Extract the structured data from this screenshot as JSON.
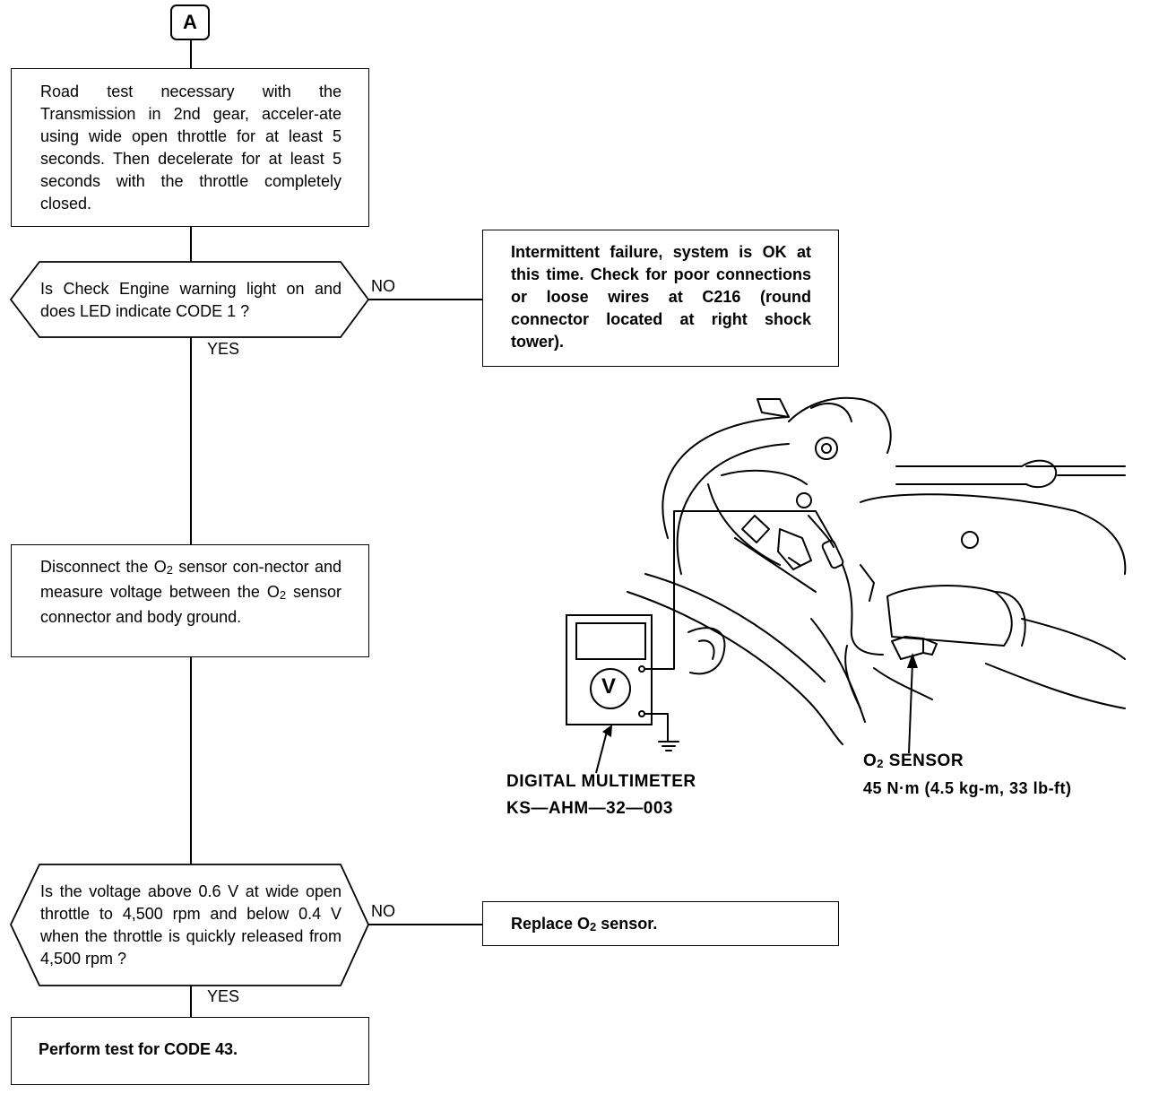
{
  "connector_label": "A",
  "steps": {
    "road_test": "Road test necessary with the Transmission in 2nd gear, acceler-ate using wide open throttle for at least 5 seconds. Then decelerate for at least 5 seconds with the throttle completely closed.",
    "question_1": "Is Check Engine warning light on and does LED indicate CODE 1 ?",
    "intermittent": "Intermittent failure, system is OK at this time. Check for poor connections or loose wires at C216 (round connector located at right shock tower).",
    "disconnect": "Disconnect the O₂ sensor con-nector and measure voltage between the O₂ sensor connector and body ground.",
    "question_2": "Is the voltage above 0.6 V at wide open throttle to 4,500 rpm and below 0.4 V when the throttle is quickly released from 4,500 rpm ?",
    "replace": "Replace O₂ sensor.",
    "perform": "Perform test for CODE 43."
  },
  "branch_labels": {
    "no_1": "NO",
    "yes_1": "YES",
    "no_2": "NO",
    "yes_2": "YES"
  },
  "illustration": {
    "meter_symbol": "V",
    "multimeter_name": "DIGITAL MULTIMETER",
    "multimeter_part": "KS—AHM—32—003",
    "sensor_name": "O₂ SENSOR",
    "sensor_torque": "45 N·m (4.5 kg-m, 33 lb-ft)"
  }
}
